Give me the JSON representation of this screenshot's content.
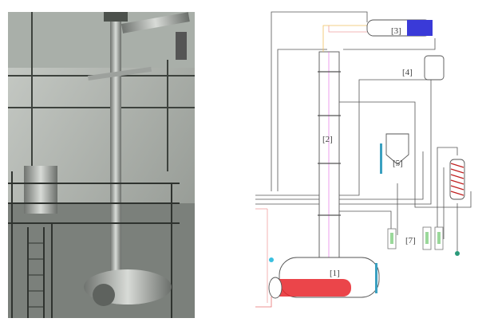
{
  "diagram": {
    "labels": {
      "reboiler": "[1]",
      "column": "[2]",
      "condenser": "[3]",
      "receiver": "[4]",
      "feed_tank": "[5]",
      "flowmeters": "[7]"
    }
  },
  "colors": {
    "heating": "#e8252a",
    "cooling": "#3a3ad8",
    "reflux": "#e060e0",
    "sightglass": "#3aa0c0"
  }
}
